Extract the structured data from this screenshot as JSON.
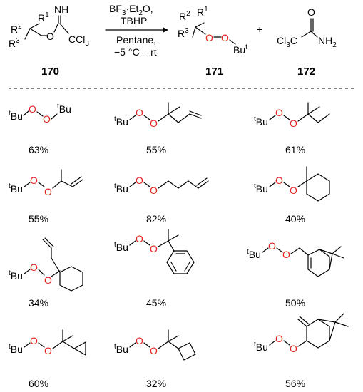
{
  "reaction": {
    "reactant_number": "170",
    "product_number": "171",
    "byproduct_number": "172",
    "plus": "+",
    "conditions": [
      "BF3·Et2O,",
      "TBHP",
      "Pentane,",
      "−5 °C – rt"
    ],
    "reactant_labels": {
      "R1": "R",
      "R2": "R",
      "R3": "R",
      "NH": "NH",
      "O": "O",
      "CCl3": "CCl3"
    },
    "product_labels": {
      "O1": "O",
      "O2": "O",
      "But": "Bu"
    },
    "byproduct_labels": {
      "O": "O",
      "Cl3C": "Cl3C",
      "NH2": "NH2"
    }
  },
  "examples": [
    {
      "yield": "63%"
    },
    {
      "yield": "55%"
    },
    {
      "yield": "61%"
    },
    {
      "yield": "55%"
    },
    {
      "yield": "82%"
    },
    {
      "yield": "40%"
    },
    {
      "yield": "34%"
    },
    {
      "yield": "45%"
    },
    {
      "yield": "50%"
    },
    {
      "yield": "60%"
    },
    {
      "yield": "32%"
    },
    {
      "yield": "56%"
    }
  ],
  "atoms": {
    "tBu": "Bu",
    "t": "t",
    "O": "O"
  }
}
